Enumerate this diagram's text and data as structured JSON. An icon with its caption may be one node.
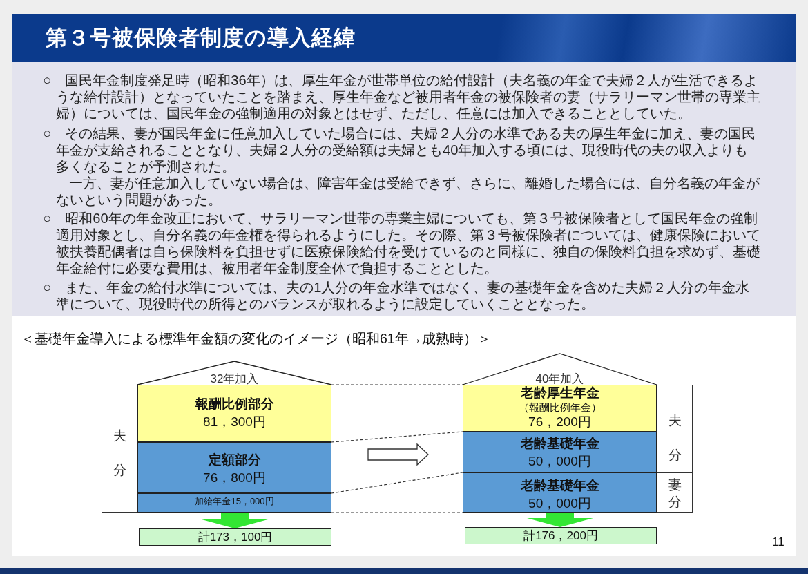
{
  "diagram": {
    "title": "第３号被保険者制度の導入経緯",
    "nodes": [
      {
        "text": [
          "32年加入"
        ]
      },
      {
        "text": [
          "夫分"
        ]
      },
      {
        "text": [
          "報酬比例部分",
          "81，300円"
        ]
      },
      {
        "text": [
          "定額部分",
          "76，800円"
        ]
      },
      {
        "text": [
          "加給年金15，000円"
        ]
      },
      {
        "text": [
          "計173，100円"
        ]
      },
      {
        "text": [
          "40年加入"
        ]
      },
      {
        "text": [
          "老齢厚生年金",
          "（報酬比例年金）",
          "76，200円"
        ]
      },
      {
        "text": [
          "老齢基礎年金",
          "50，000円"
        ]
      },
      {
        "text": [
          "老齢基礎年金",
          "50，000円"
        ]
      },
      {
        "text": [
          "夫分"
        ]
      },
      {
        "text": [
          "妻分"
        ]
      },
      {
        "text": [
          "計176，200円"
        ]
      }
    ],
    "edges": [
      {
        "from": 4,
        "to": 5,
        "arrow": "to"
      },
      {
        "from": 3,
        "to": 8,
        "arrow": "to"
      },
      {
        "from": 9,
        "to": 12,
        "arrow": "to"
      },
      {
        "from": 2,
        "to": 7,
        "arrow": "none",
        "style": "dashed"
      },
      {
        "from": 3,
        "to": 8,
        "arrow": "none",
        "style": "dashed"
      },
      {
        "from": 4,
        "to": 9,
        "arrow": "none",
        "style": "dashed"
      },
      {
        "from": 4,
        "to": 9,
        "arrow": "none",
        "style": "dashed"
      }
    ],
    "labels": [
      "○　国民年金制度発足時（昭和36年）は、厚生年金が世帯単位の給付設計（夫名義の年金で夫婦２人が生活できるような給付設計）となっていたことを踏まえ、厚生年金など被用者年金の被保険者の妻（サラリーマン世帯の専業主婦）については、国民年金の強制適用の対象とはせず、ただし、任意には加入できることとしていた。",
      "○　その結果、妻が国民年金に任意加入していた場合には、夫婦２人分の水準である夫の厚生年金に加え、妻の国民年金が支給されることとなり、夫婦２人分の受給額は夫婦とも40年加入する頃には、現役時代の夫の収入よりも多くなることが予測された。",
      "一方、妻が任意加入していない場合は、障害年金は受給できず、さらに、離婚した場合には、自分名義の年金がないという問題があった。",
      "○　昭和60年の年金改正において、サラリーマン世帯の専業主婦についても、第３号被保険者として国民年金の強制適用対象とし、自分名義の年金権を得られるようにした。その際、第３号被保険者については、健康保険において被扶養配偶者は自ら保険料を負担せずに医療保険給付を受けているのと同様に、独自の保険料負担を求めず、基礎年金給付に必要な費用は、被用者年金制度全体で負担することとした。",
      "○　また、年金の給付水準については、夫の1人分の年金水準ではなく、妻の基礎年金を含めた夫婦２人分の年金水準について、現役時代の所得とのバランスが取れるように設定していくこととなった。",
      "＜基礎年金導入による標準年金額の変化のイメージ（昭和61年→成熟時）＞",
      "11"
    ]
  }
}
